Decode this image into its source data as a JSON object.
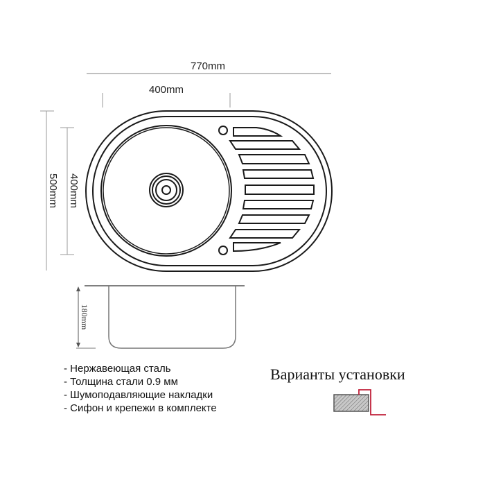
{
  "dimensions": {
    "overall_width": "770mm",
    "bowl_width": "400mm",
    "overall_depth": "500mm",
    "bowl_depth": "400mm",
    "bowl_height": "180mm"
  },
  "features": [
    "- Нержавеющая сталь",
    "- Толщина стали 0.9 мм",
    "- Шумоподавляющие накладки",
    "- Сифон и крепежи в комплекте"
  ],
  "installation": {
    "title": "Варианты установки",
    "variant_icon": "countertop-overmount-icon"
  },
  "colors": {
    "outline": "#1a1a1a",
    "dimension_line": "#9a9a9a",
    "install_line": "#c0203a",
    "countertop_fill": "#b8b8b8"
  }
}
